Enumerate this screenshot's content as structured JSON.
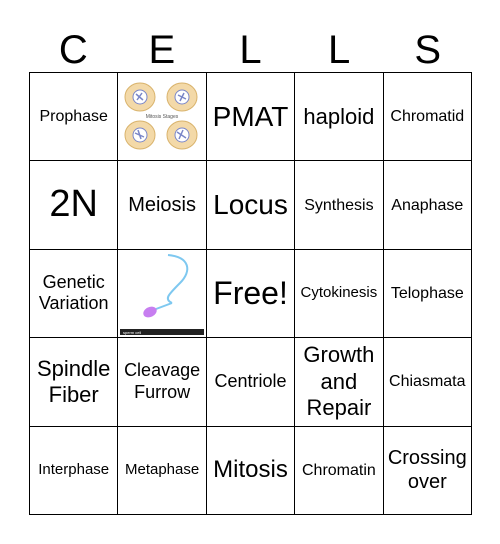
{
  "title_letters": [
    "C",
    "E",
    "L",
    "L",
    "S"
  ],
  "board": {
    "r1": [
      "Prophase",
      "",
      "PMAT",
      "haploid",
      "Chromatid"
    ],
    "r2": [
      "2N",
      "Meiosis",
      "Locus",
      "Synthesis",
      "Anaphase"
    ],
    "r3": [
      "Genetic Variation",
      "",
      "Free!",
      "Cytokinesis",
      "Telophase"
    ],
    "r4": [
      "Spindle Fiber",
      "Cleavage Furrow",
      "Centriole",
      "Growth and Repair",
      "Chiasmata"
    ],
    "r5": [
      "Interphase",
      "Metaphase",
      "Mitosis",
      "Chromatin",
      "Crossing over"
    ]
  },
  "images": {
    "cell_stages_caption": "Mitosis Stages",
    "sperm_label": "sperm cell"
  },
  "colors": {
    "grid_line": "#000000",
    "cell_bg": "#ffffff",
    "sperm_head": "#c77ef0",
    "sperm_tail": "#7ec8f0",
    "cell_fill": "#f3d9a8",
    "nucleus": "#7a86c8"
  }
}
